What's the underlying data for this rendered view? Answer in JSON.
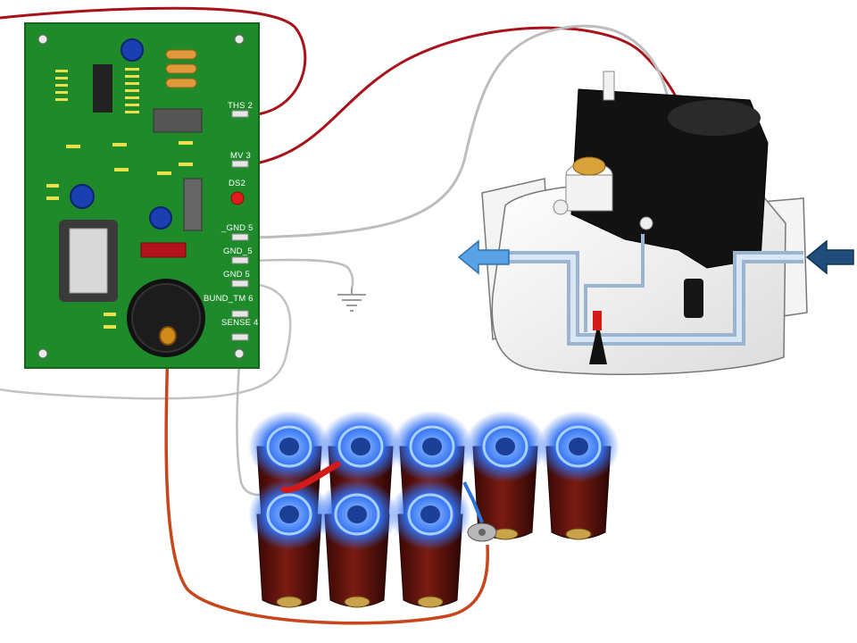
{
  "board": {
    "labels": {
      "ths": "THS 2",
      "mv": "MV 3",
      "ds2": "DS2",
      "gnd_a": "_GND 5",
      "gnd_b": "GND_5",
      "gnd_c": "GND 5",
      "bund": "BUND_TM 6",
      "sense": "SENSE 4"
    }
  },
  "colors": {
    "pcb": "#1f8a2a",
    "pcb_edge": "#14661d",
    "wire_red": "#a8121a",
    "wire_orange": "#c8461c",
    "wire_gray": "#b9b9b9",
    "flame": "#2a6ef0",
    "burner_body": "#5a0f0a",
    "arrow_blue": "#4a90d9",
    "arrow_navy": "#1f4e7a"
  },
  "icons": [
    "ground-symbol-icon",
    "gas-flow-out-arrow-icon",
    "gas-flow-in-arrow-icon"
  ]
}
